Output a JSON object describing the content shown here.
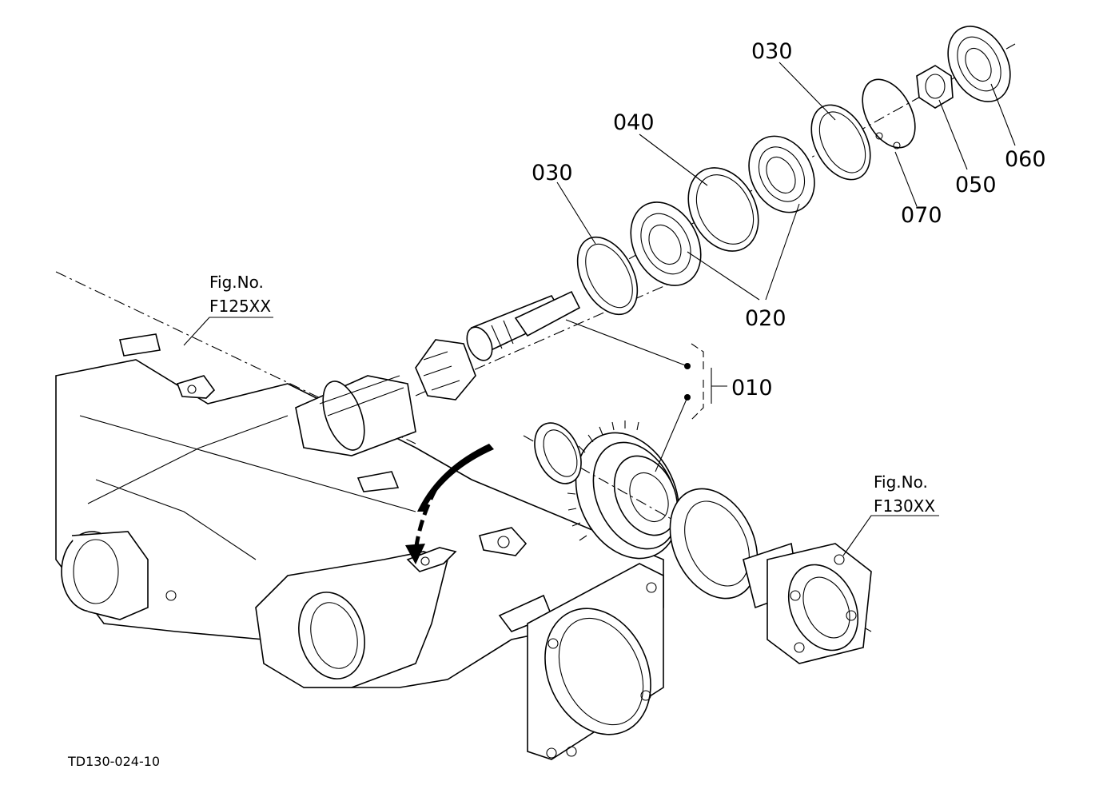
{
  "figure_code": "TD130-024-10",
  "references": [
    {
      "line1": "Fig.No.",
      "line2": "F125XX"
    },
    {
      "line1": "Fig.No.",
      "line2": "F130XX"
    }
  ],
  "callouts": {
    "c030_left": "030",
    "c040": "040",
    "c030_right": "030",
    "c070": "070",
    "c050": "050",
    "c060": "060",
    "c020": "020",
    "c010": "010"
  }
}
